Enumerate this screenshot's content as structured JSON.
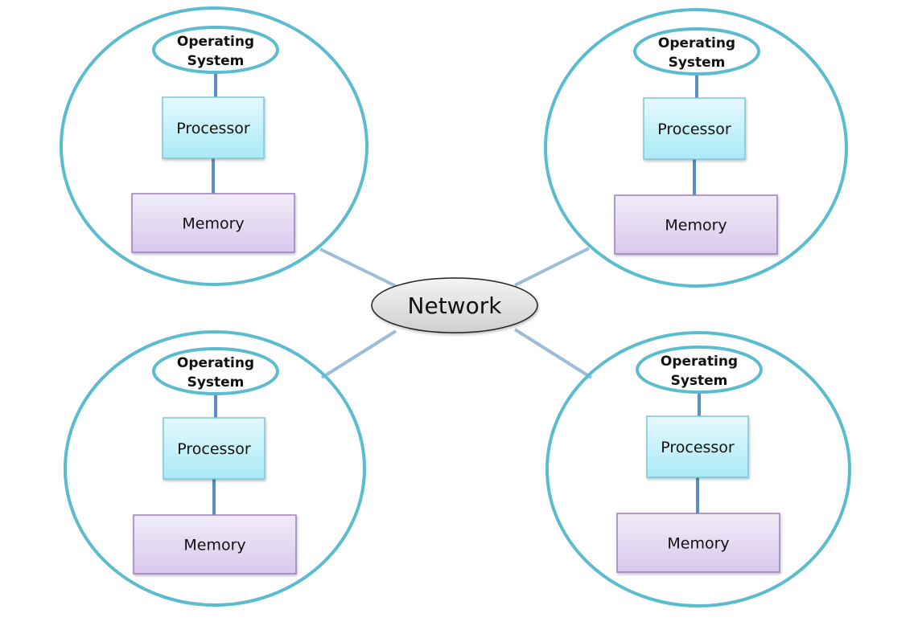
{
  "diagram": {
    "type": "network-of-computers",
    "colors": {
      "node_outline": "#5bbcd0",
      "link_line": "#9dbcd8",
      "inner_line": "#5b8fc4",
      "processor_fill_top": "#e6f9fd",
      "processor_fill_bottom": "#a9eaf7",
      "processor_stroke": "#7cc6d6",
      "memory_fill_top": "#f1ecf8",
      "memory_fill_bottom": "#d8c8ec",
      "memory_stroke": "#9a7fbe",
      "network_fill_top": "#f4f4f4",
      "network_fill_bottom": "#cfcfcf",
      "network_stroke": "#222222"
    },
    "hub": {
      "label": "Network"
    },
    "nodes": [
      {
        "id": "top-left",
        "os_label_line1": "Operating",
        "os_label_line2": "System",
        "processor_label": "Processor",
        "memory_label": "Memory"
      },
      {
        "id": "top-right",
        "os_label_line1": "Operating",
        "os_label_line2": "System",
        "processor_label": "Processor",
        "memory_label": "Memory"
      },
      {
        "id": "bottom-left",
        "os_label_line1": "Operating",
        "os_label_line2": "System",
        "processor_label": "Processor",
        "memory_label": "Memory"
      },
      {
        "id": "bottom-right",
        "os_label_line1": "Operating",
        "os_label_line2": "System",
        "processor_label": "Processor",
        "memory_label": "Memory"
      }
    ]
  }
}
